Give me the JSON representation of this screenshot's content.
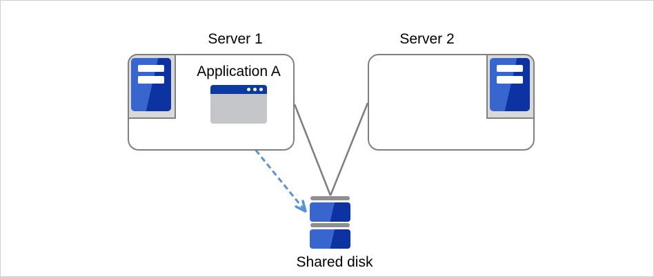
{
  "diagram": {
    "nodes": {
      "server1": {
        "label": "Server 1"
      },
      "server2": {
        "label": "Server 2"
      },
      "application_a": {
        "label": "Application A"
      },
      "shared_disk": {
        "label": "Shared disk"
      }
    },
    "edges": [
      {
        "from": "server1",
        "to": "shared_disk",
        "style": "solid-gray-line"
      },
      {
        "from": "server2",
        "to": "shared_disk",
        "style": "solid-gray-line"
      },
      {
        "from": "application_a",
        "to": "shared_disk",
        "style": "dashed-blue-arrow"
      }
    ],
    "icons": [
      "server-tower-icon",
      "server-tower-icon",
      "app-window-icon",
      "shared-disk-icon"
    ],
    "colors": {
      "icon_blue_light": "#3767ce",
      "icon_blue_dark": "#0d33a2",
      "titlebar_blue": "#0b3aa2",
      "window_gray": "#c5c6c9",
      "connector": "#7f7f7f",
      "box_border": "#7f7f7f",
      "chip_fill": "#d9d9d9",
      "disk_cap": "#8f8f8f",
      "arrow": "#5592d8",
      "canvas_border": "#cdcdcd",
      "label": "#000000"
    }
  }
}
